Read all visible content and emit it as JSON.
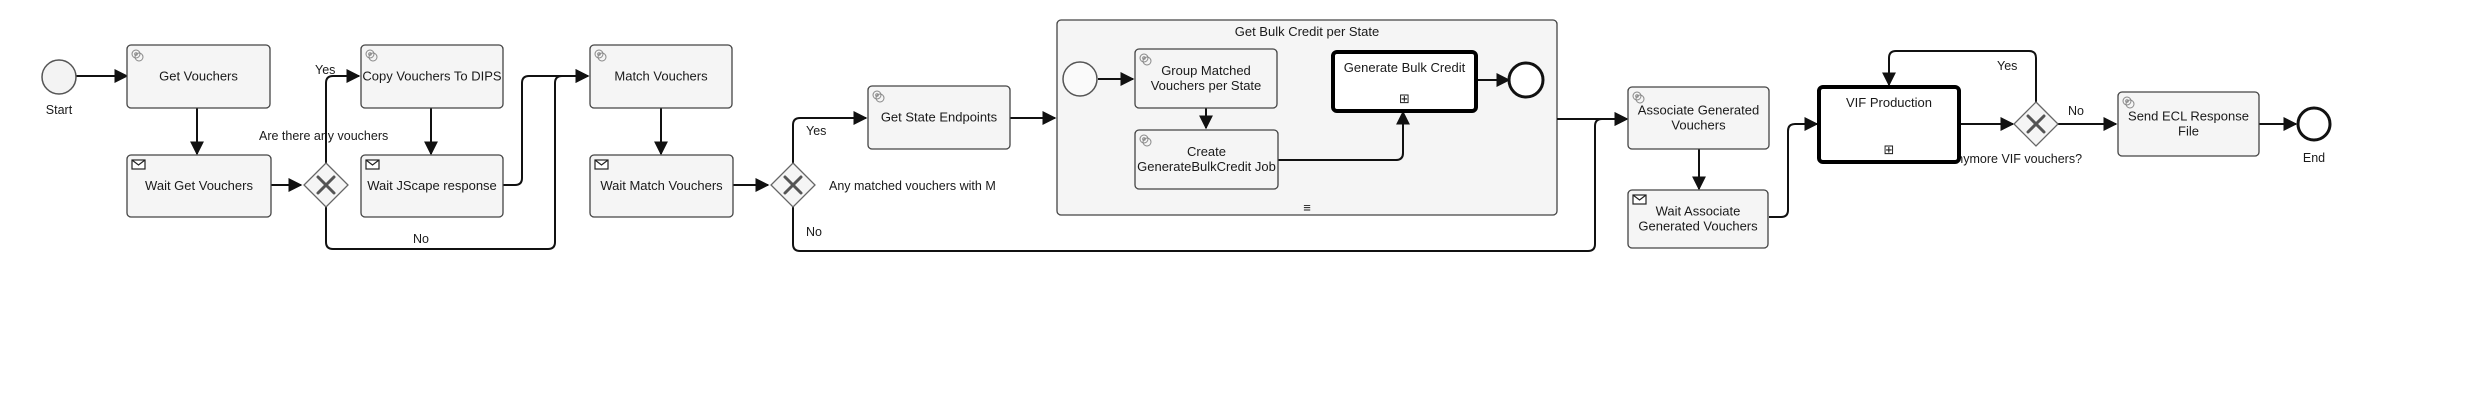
{
  "diagram": {
    "events": {
      "start": "Start",
      "end": "End",
      "sub_start": "",
      "sub_end": ""
    },
    "tasks": {
      "get_vouchers": [
        "Get Vouchers"
      ],
      "wait_get_vouchers": [
        "Wait Get Vouchers"
      ],
      "copy_vouchers": [
        "Copy Vouchers To DIPS"
      ],
      "wait_jscape": [
        "Wait JScape response"
      ],
      "match_vouchers": [
        "Match Vouchers"
      ],
      "wait_match": [
        "Wait Match Vouchers"
      ],
      "get_state_endpoints": [
        "Get State Endpoints"
      ],
      "group_matched": [
        "Group Matched",
        "Vouchers per State"
      ],
      "create_job": [
        "Create",
        "GenerateBulkCredit Job"
      ],
      "generate_bulk": [
        "Generate Bulk Credit"
      ],
      "associate": [
        "Associate Generated",
        "Vouchers"
      ],
      "wait_associate": [
        "Wait Associate",
        "Generated Vouchers"
      ],
      "vif_production": [
        "VIF Production"
      ],
      "send_ecl": [
        "Send ECL Response",
        "File"
      ]
    },
    "subprocess_title": "Get Bulk Credit per State",
    "subprocess_marker": "≡",
    "collapsed_marker": "⊞",
    "gateways": {
      "g1": "Are there any vouchers",
      "g2": "Any matched vouchers with M",
      "g3": "Anymore VIF vouchers?"
    },
    "flow_labels": {
      "g1_yes": "Yes",
      "g1_no": "No",
      "g2_yes": "Yes",
      "g2_no": "No",
      "g3_yes": "Yes",
      "g3_no": "No"
    }
  }
}
